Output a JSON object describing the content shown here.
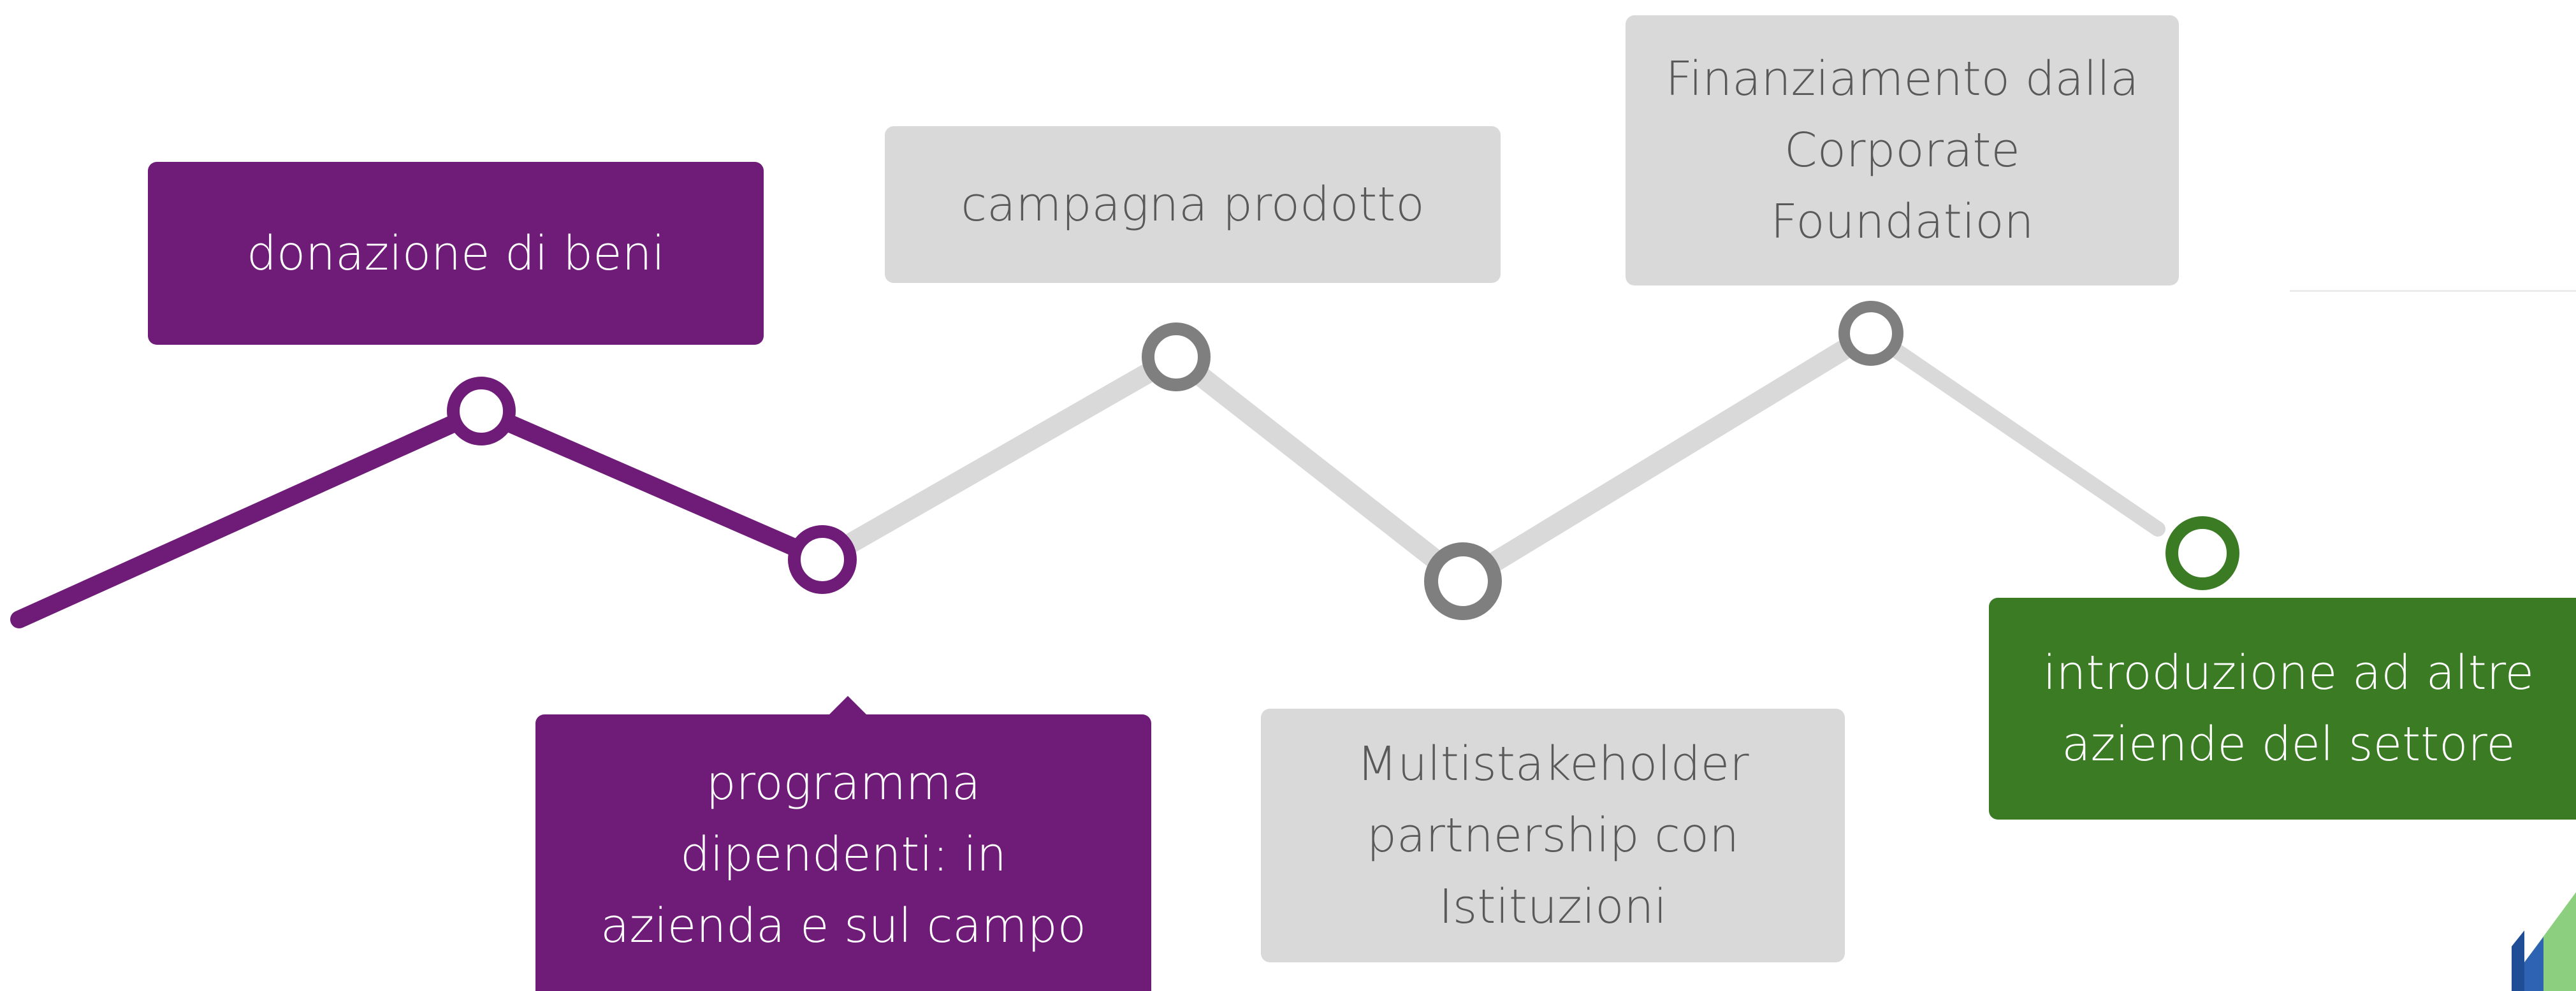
{
  "diagram": {
    "colors": {
      "purple": "#6e1c78",
      "grey_box": "#d9d9d9",
      "grey_line": "#d9d9d9",
      "grey_node": "#7f7f7f",
      "green": "#3a7b24",
      "text_dark": "#595959",
      "text_light": "#ffffff"
    },
    "steps": [
      {
        "label": "donazione di beni",
        "color": "purple",
        "position": "above"
      },
      {
        "label": "programma dipendenti: in azienda e sul campo",
        "color": "purple",
        "position": "below"
      },
      {
        "label": "campagna prodotto",
        "color": "grey",
        "position": "above"
      },
      {
        "label": "Multistakeholder partnership con Istituzioni",
        "color": "grey",
        "position": "below"
      },
      {
        "label": "Finanziamento dalla Corporate Foundation",
        "color": "grey",
        "position": "above"
      },
      {
        "label": "introduzione ad altre aziende del settore",
        "color": "green",
        "position": "below"
      }
    ]
  }
}
